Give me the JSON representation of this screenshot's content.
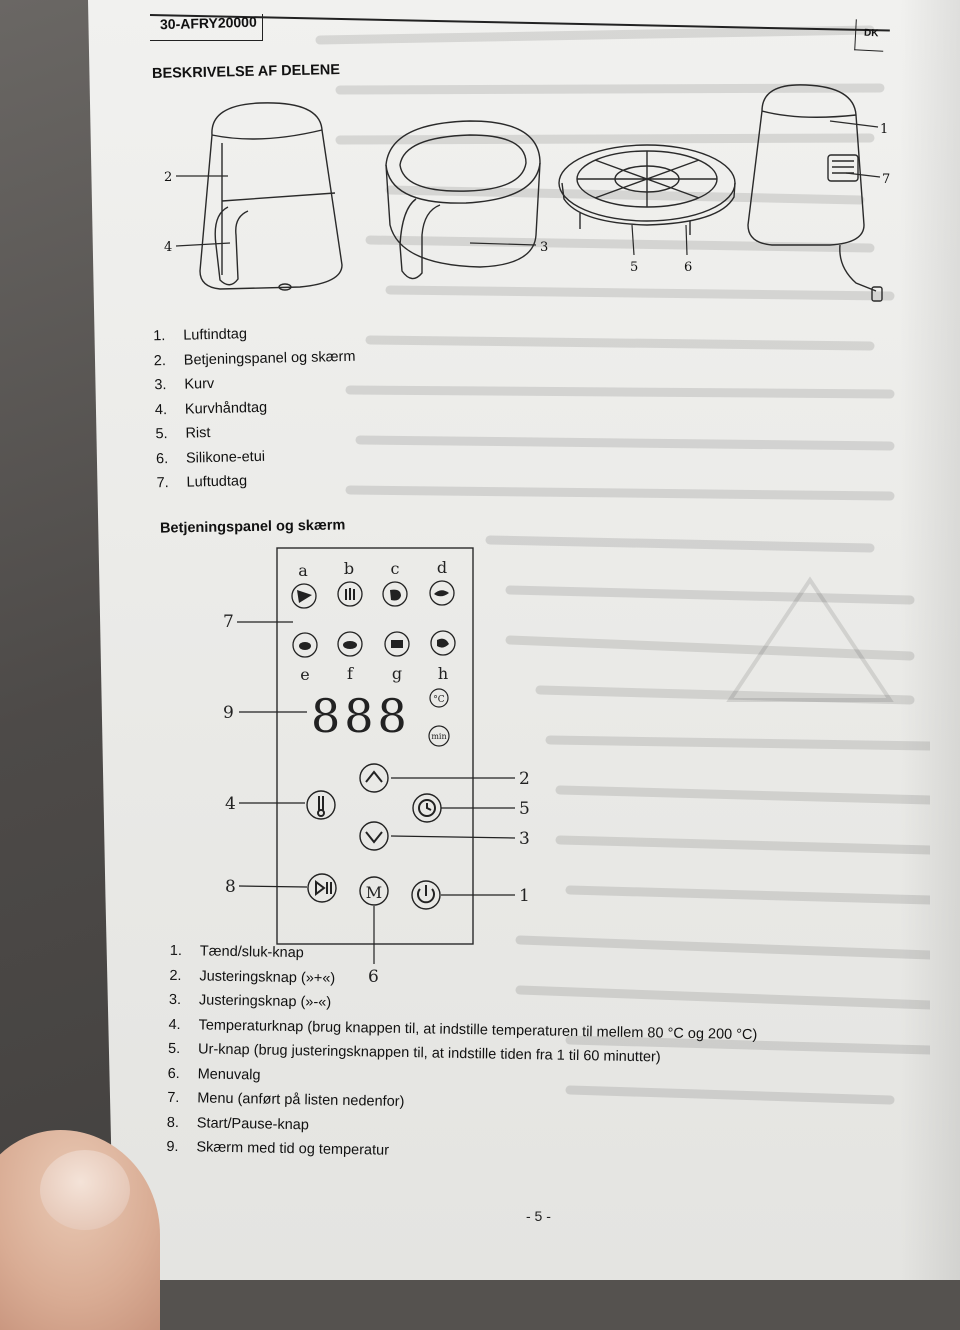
{
  "header": {
    "model": "30-AFRY20000",
    "lang": "DK"
  },
  "parts": {
    "heading": "BESKRIVELSE AF DELENE",
    "callouts": [
      "2",
      "4",
      "3",
      "5",
      "6",
      "1",
      "7"
    ],
    "items": [
      {
        "num": "1.",
        "label": "Luftindtag"
      },
      {
        "num": "2.",
        "label": "Betjeningspanel og skærm"
      },
      {
        "num": "3.",
        "label": "Kurv"
      },
      {
        "num": "4.",
        "label": "Kurvhåndtag"
      },
      {
        "num": "5.",
        "label": "Rist"
      },
      {
        "num": "6.",
        "label": "Silikone-etui"
      },
      {
        "num": "7.",
        "label": "Luftudtag"
      }
    ]
  },
  "panel": {
    "heading": "Betjeningspanel og skærm",
    "menu_letters": [
      "a",
      "b",
      "c",
      "d",
      "e",
      "f",
      "g",
      "h"
    ],
    "display": "888",
    "unit_c": "°C",
    "unit_min": "min",
    "callouts": [
      "7",
      "9",
      "4",
      "8",
      "2",
      "5",
      "3",
      "1",
      "6"
    ],
    "items": [
      {
        "num": "1.",
        "label": "Tænd/sluk-knap"
      },
      {
        "num": "2.",
        "label": "Justeringsknap (»+«)"
      },
      {
        "num": "3.",
        "label": "Justeringsknap (»-«)"
      },
      {
        "num": "4.",
        "label": "Temperaturknap (brug knappen til, at indstille temperaturen til mellem 80 °C og 200 °C)"
      },
      {
        "num": "5.",
        "label": "Ur-knap (brug justeringsknappen til, at indstille tiden fra 1 til 60 minutter)"
      },
      {
        "num": "6.",
        "label": "Menuvalg"
      },
      {
        "num": "7.",
        "label": "Menu (anført på listen nedenfor)"
      },
      {
        "num": "8.",
        "label": "Start/Pause-knap"
      },
      {
        "num": "9.",
        "label": "Skærm med tid og temperatur"
      }
    ]
  },
  "footer": {
    "page": "- 5 -"
  }
}
